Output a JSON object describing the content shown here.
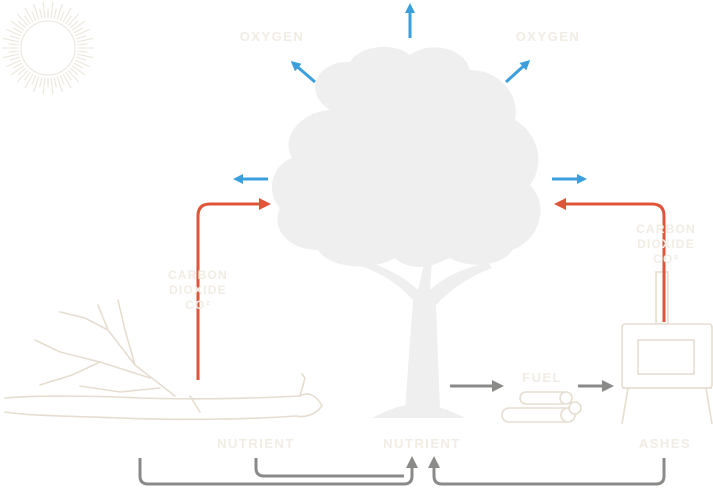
{
  "labels": {
    "oxygen_left": "OXYGEN",
    "oxygen_right": "OXYGEN",
    "carbon_left": "CARBON",
    "dioxide_left": "DIOXIDE",
    "co2_left": "CO²",
    "carbon_right": "CARBON",
    "dioxide_right": "DIOXIDE",
    "co2_right": "CO²",
    "fuel": "FUEL",
    "nutrient_left": "NUTRIENT",
    "nutrient_center": "NUTRIENT",
    "ashes": "ASHES"
  },
  "colors": {
    "oxygen_arrow": "#3a9fdc",
    "co2_arrow": "#e0553a",
    "flow_arrow": "#8a8a88",
    "illustration": "#eeeeee",
    "outline": "#e6ddd1",
    "label_text": "#f1ece4"
  }
}
